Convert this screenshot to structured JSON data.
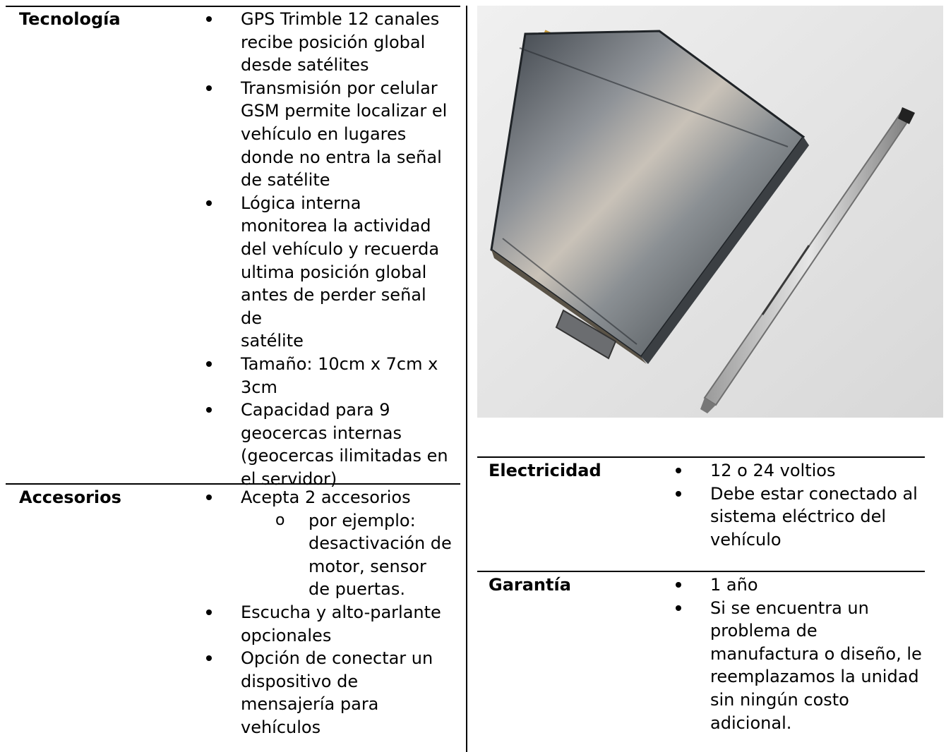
{
  "left": {
    "tecnologia": {
      "label": "Tecnología",
      "items": [
        [
          "GPS Trimble 12 canales",
          "recibe posición global",
          "desde satélites"
        ],
        [
          "Transmisión por celular",
          "GSM permite localizar el",
          "vehículo en lugares",
          "donde no entra la señal",
          "de satélite"
        ],
        [
          "Lógica interna",
          "monitorea la actividad",
          "del vehículo y recuerda",
          "ultima posición global",
          "antes de perder señal de",
          "satélite"
        ],
        [
          "Tamaño: 10cm x 7cm x",
          "3cm"
        ],
        [
          "Capacidad para 9",
          "geocercas internas",
          "(geocercas ilimitadas en",
          "el servidor)"
        ]
      ]
    },
    "accesorios": {
      "label": "Accesorios",
      "item1": "Acepta 2 accesorios",
      "subitem": [
        "por ejemplo:",
        "desactivación de",
        "motor, sensor",
        "de puertas."
      ],
      "items_rest": [
        [
          "Escucha y alto-parlante",
          "opcionales"
        ],
        [
          "Opción de conectar un",
          "dispositivo de",
          "mensajería para",
          "vehículos"
        ]
      ]
    }
  },
  "right": {
    "electricidad": {
      "label": "Electricidad",
      "items": [
        [
          "12 o 24 voltios"
        ],
        [
          "Debe estar conectado al",
          "sistema eléctrico del",
          "vehículo"
        ]
      ]
    },
    "garantia": {
      "label": "Garantía",
      "items": [
        [
          "1 año"
        ],
        [
          "Si se encuentra un",
          "problema de",
          "manufactura o diseño, le",
          "reemplazamos la unidad",
          "sin ningún costo",
          "adicional."
        ]
      ]
    }
  },
  "sub_bullet_glyph": "o"
}
